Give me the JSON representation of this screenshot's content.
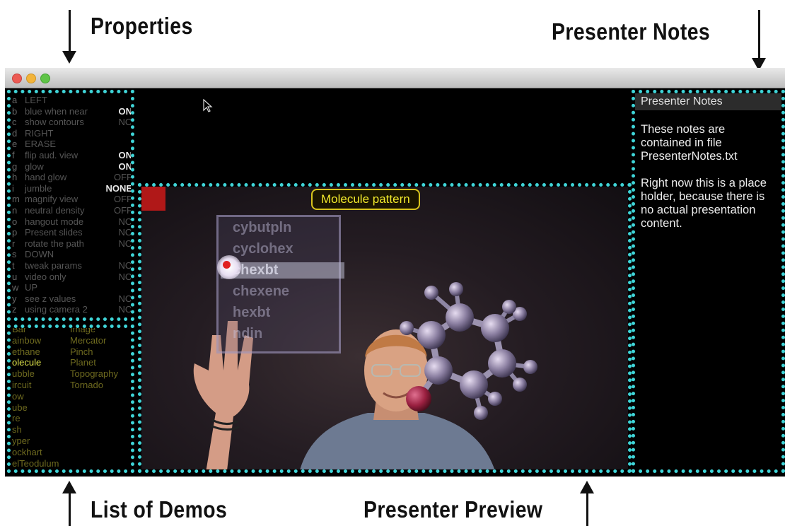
{
  "callouts": {
    "properties": "Properties",
    "presenter_notes": "Presenter Notes",
    "list_of_demos": "List of Demos",
    "presenter_preview": "Presenter Preview"
  },
  "properties": [
    {
      "key": "a",
      "label": "LEFT",
      "value": ""
    },
    {
      "key": "b",
      "label": "blue when near",
      "value": "ON"
    },
    {
      "key": "c",
      "label": "show contours",
      "value": "NO"
    },
    {
      "key": "d",
      "label": "RIGHT",
      "value": ""
    },
    {
      "key": "e",
      "label": "ERASE",
      "value": ""
    },
    {
      "key": "f",
      "label": "flip aud. view",
      "value": "ON"
    },
    {
      "key": "g",
      "label": "glow",
      "value": "ON"
    },
    {
      "key": "h",
      "label": "hand glow",
      "value": "OFF"
    },
    {
      "key": "i",
      "label": "jumble",
      "value": "NONE"
    },
    {
      "key": "m",
      "label": "magnify view",
      "value": "OFF"
    },
    {
      "key": "n",
      "label": "neutral density",
      "value": "OFF"
    },
    {
      "key": "o",
      "label": "hangout mode",
      "value": "NO"
    },
    {
      "key": "p",
      "label": "Present slides",
      "value": "NO"
    },
    {
      "key": "r",
      "label": "rotate the path",
      "value": "NO"
    },
    {
      "key": "s",
      "label": "DOWN",
      "value": ""
    },
    {
      "key": "t",
      "label": "tweak params",
      "value": "NO"
    },
    {
      "key": "u",
      "label": "video only",
      "value": "NO"
    },
    {
      "key": "w",
      "label": "UP",
      "value": ""
    },
    {
      "key": "y",
      "label": "see z values",
      "value": "NO"
    },
    {
      "key": "z",
      "label": "using camera 2",
      "value": "NO"
    }
  ],
  "demos_col1": [
    "Bar",
    "ainbow",
    "ethane",
    "olecule",
    "ubble",
    "ircuit",
    "ow",
    "ube",
    "re",
    "sh",
    "yper",
    "ockhart",
    "elTeodulum"
  ],
  "demos_col2": [
    "Image",
    "Mercator",
    "Pinch",
    "Planet",
    "Topography",
    "Tornado"
  ],
  "demos_selected": "olecule",
  "preview": {
    "label": "Molecule pattern",
    "menu": [
      "cybutpln",
      "cyclohex",
      "chexbt",
      "chexene",
      "hexbt",
      "ndin"
    ],
    "menu_highlight": "chexbt"
  },
  "notes": {
    "header": "Presenter Notes",
    "paragraph1": "These notes are contained in file PresenterNotes.txt",
    "paragraph2": "Right now this is a place holder, because there is no actual presentation content."
  },
  "colors": {
    "dotted_border": "#3fd5d8",
    "selected_demo": "#e2e64a",
    "label_yellow": "#f2ea2c"
  }
}
